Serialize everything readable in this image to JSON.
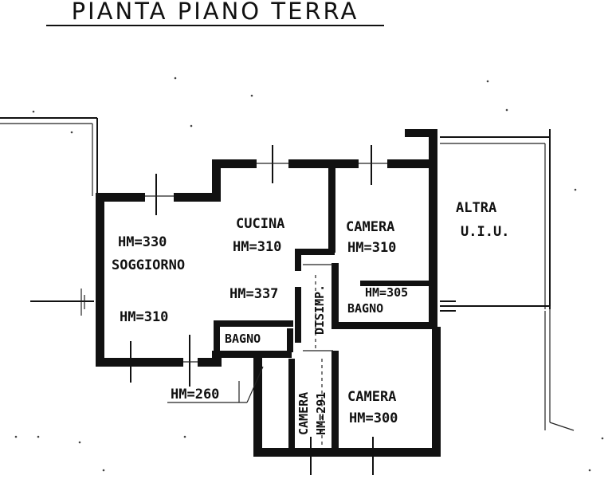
{
  "title": "PIANTA  PIANO  TERRA",
  "rooms": {
    "soggiorno_hm_top": "HM=330",
    "soggiorno_name": "SOGGIORNO",
    "soggiorno_hm_bottom": "HM=310",
    "cucina_name": "CUCINA",
    "cucina_hm": "HM=310",
    "camera1_name": "CAMERA",
    "camera1_hm": "HM=310",
    "altra_line1": "ALTRA",
    "altra_line2": "U.I.U.",
    "hall_hm": "HM=337",
    "bagno1_hm": "HM=305",
    "bagno1_name": "BAGNO",
    "disimp_name": "DISIMP.",
    "bagno2_name": "BAGNO",
    "hm_260": "HM=260",
    "camera2_name": "CAMERA",
    "camera2_hm": "HM=300",
    "camera3_name": "CAMERA",
    "camera3_hm": "HM=291"
  },
  "colors": {
    "ink": "#111111",
    "paper": "#ffffff"
  }
}
